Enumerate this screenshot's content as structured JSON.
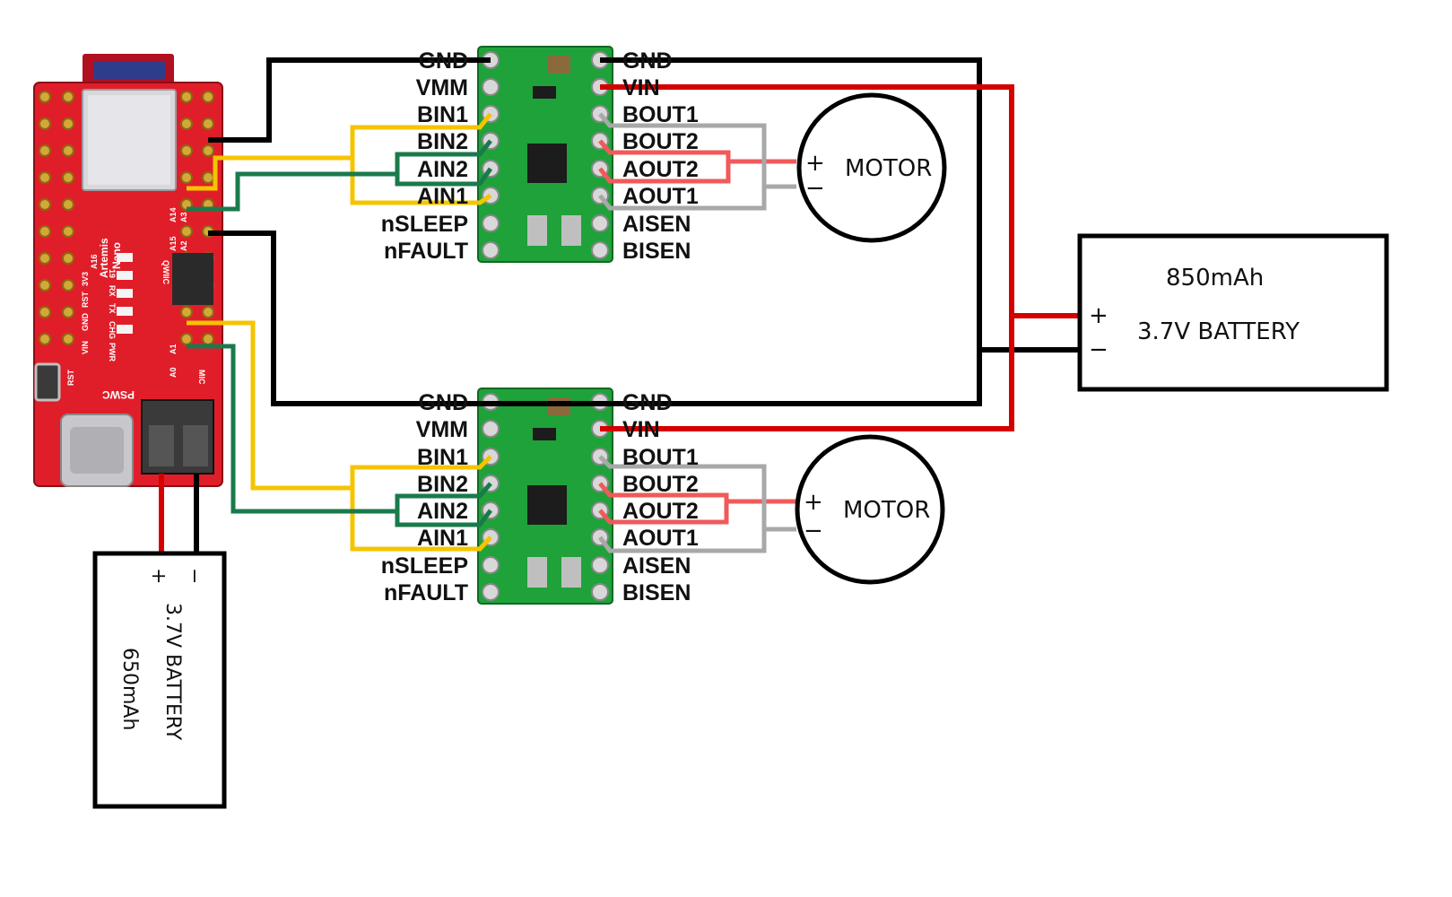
{
  "colors": {
    "gnd_wire": "#000000",
    "power_wire": "#d40000",
    "motor_plus_wire": "#f05a5a",
    "motor_minus_wire": "#a8a8a8",
    "signal_yellow": "#f5c400",
    "signal_green": "#1a7a4c",
    "driver_pcb": "#1fa23a",
    "artemis_pcb": "#e01e2a"
  },
  "artemis_board": {
    "silkscreen": {
      "name_line1": "Artemis",
      "name_line2": "Nano",
      "pins_a": [
        "A16",
        "A15",
        "A14"
      ],
      "pins_b": [
        "A2",
        "A3"
      ],
      "pins_c": [
        "A0",
        "A1"
      ],
      "rails": [
        "VIN",
        "GND",
        "RST",
        "3V3"
      ],
      "leds": [
        "19",
        "RX",
        "TX",
        "CHG",
        "PWR"
      ],
      "qwiic": "QWIIC",
      "mic": "MIC",
      "pswc": "PSWC",
      "rst_button": "RST"
    }
  },
  "drivers": {
    "left_pins": [
      "GND",
      "VMM",
      "BIN1",
      "BIN2",
      "AIN2",
      "AIN1",
      "nSLEEP",
      "nFAULT"
    ],
    "right_pins": [
      "GND",
      "VIN",
      "BOUT1",
      "BOUT2",
      "AOUT2",
      "AOUT1",
      "AISEN",
      "BISEN"
    ]
  },
  "motors": [
    {
      "label": "MOTOR",
      "plus": "+",
      "minus": "−"
    },
    {
      "label": "MOTOR",
      "plus": "+",
      "minus": "−"
    }
  ],
  "battery_main": {
    "capacity": "850mAh",
    "voltage": "3.7V BATTERY",
    "plus": "+",
    "minus": "−"
  },
  "battery_logic": {
    "capacity": "650mAh",
    "voltage": "3.7V BATTERY",
    "plus": "+",
    "minus": "−"
  }
}
